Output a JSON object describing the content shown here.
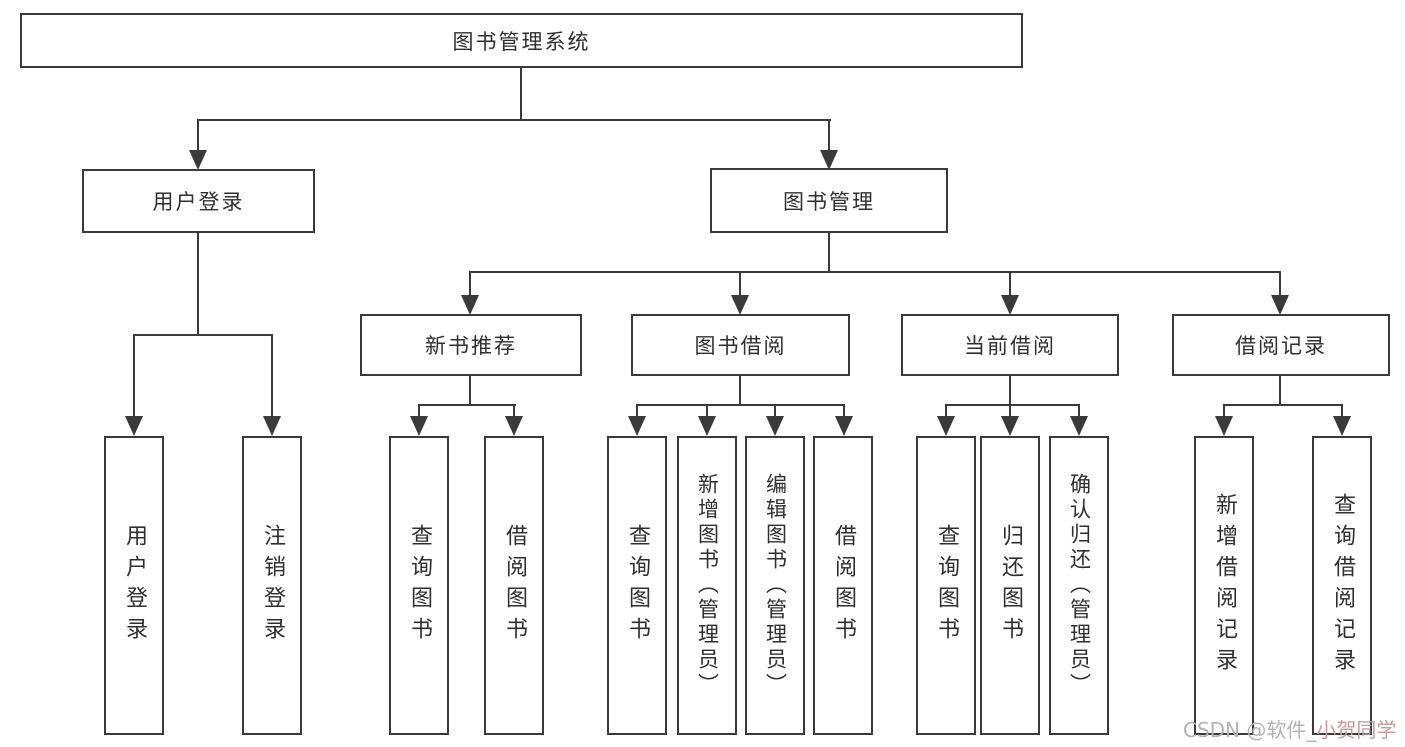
{
  "diagram": {
    "type": "hierarchy-tree",
    "tree": {
      "root": {
        "label": "图书管理系统",
        "children": [
          {
            "label": "用户登录",
            "children": [
              {
                "label": "用户登录"
              },
              {
                "label": "注销登录"
              }
            ]
          },
          {
            "label": "图书管理",
            "children": [
              {
                "label": "新书推荐",
                "children": [
                  {
                    "label": "查询图书"
                  },
                  {
                    "label": "借阅图书"
                  }
                ]
              },
              {
                "label": "图书借阅",
                "children": [
                  {
                    "label": "查询图书"
                  },
                  {
                    "label": "新增图书（管理员）"
                  },
                  {
                    "label": "编辑图书（管理员）"
                  },
                  {
                    "label": "借阅图书"
                  }
                ]
              },
              {
                "label": "当前借阅",
                "children": [
                  {
                    "label": "查询图书"
                  },
                  {
                    "label": "归还图书"
                  },
                  {
                    "label": "确认归还（管理员）"
                  }
                ]
              },
              {
                "label": "借阅记录",
                "children": [
                  {
                    "label": "新增借阅记录"
                  },
                  {
                    "label": "查询借阅记录"
                  }
                ]
              }
            ]
          }
        ]
      }
    },
    "colors": {
      "line": "#3a3a3a",
      "box_border": "#3a3a3a",
      "text": "#2f2f2f",
      "background": "#ffffff",
      "watermark_gray": "#b3b3b3",
      "watermark_pink": "#c79b9b"
    }
  },
  "watermark": {
    "prefix": "CSDN @软件_",
    "suffix": "小贺同学"
  }
}
